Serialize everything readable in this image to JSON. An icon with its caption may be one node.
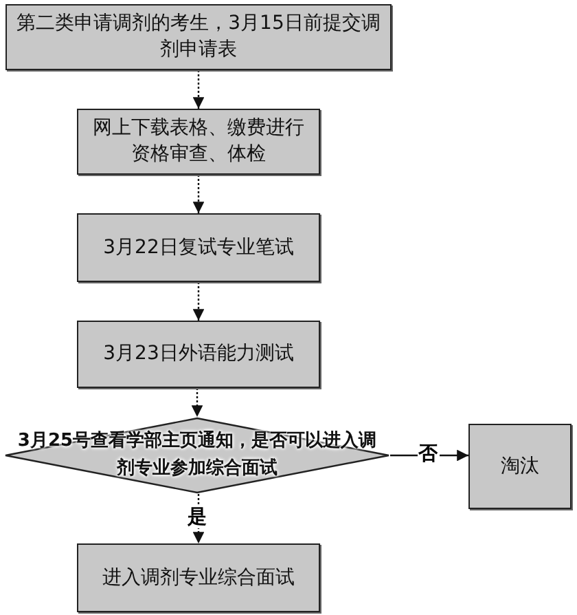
{
  "diagram": {
    "nodes": [
      {
        "text": [
          "第二类申请调剂的考生，3月15日前提交调剂申请表"
        ]
      },
      {
        "text": [
          "网上下载表格、缴费进行资格审查、体检"
        ]
      },
      {
        "text": [
          "3月22日复试专业笔试"
        ]
      },
      {
        "text": [
          "3月23日外语能力测试"
        ]
      },
      {
        "text": [
          "3月25号查看学部主页通知，是否可以进入调剂专业参加综合面试"
        ]
      },
      {
        "text": [
          "淘汰"
        ]
      },
      {
        "text": [
          "进入调剂专业综合面试"
        ]
      }
    ],
    "edges": [
      {
        "from": 0,
        "to": 1,
        "arrow": "to",
        "style": "dashed"
      },
      {
        "from": 1,
        "to": 2,
        "arrow": "to",
        "style": "dashed"
      },
      {
        "from": 2,
        "to": 3,
        "arrow": "to",
        "style": "dashed"
      },
      {
        "from": 3,
        "to": 4,
        "arrow": "to",
        "style": "dashed"
      },
      {
        "from": 4,
        "to": 5,
        "arrow": "to",
        "label": "否"
      },
      {
        "from": 4,
        "to": 6,
        "arrow": "to",
        "label": "是",
        "style": "dashed"
      }
    ]
  }
}
